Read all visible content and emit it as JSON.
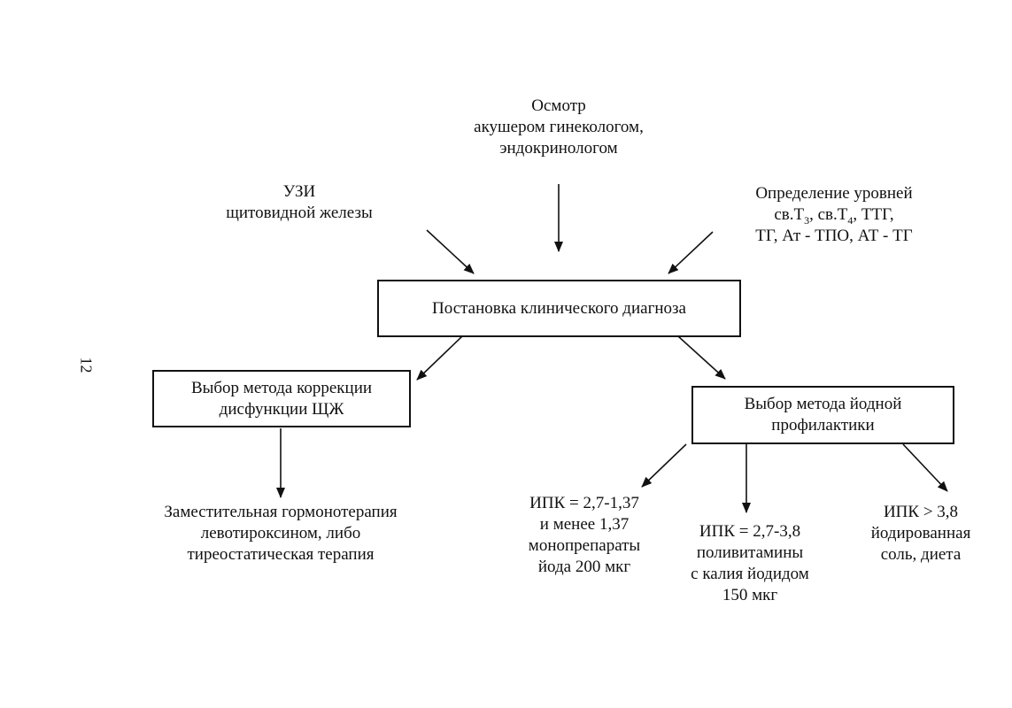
{
  "page_number": "12",
  "inputs": {
    "exam": {
      "line1": "Осмотр",
      "line2": "акушером гинекологом,",
      "line3": "эндокринологом"
    },
    "ultrasound": {
      "line1": "УЗИ",
      "line2": "щитовидной железы"
    },
    "labs": {
      "line1": "Определение уровней",
      "line2_a": "св.Т",
      "line2_sub1": "3",
      "line2_b": ", св.Т",
      "line2_sub2": "4",
      "line2_c": ", ТТГ,",
      "line3": "ТГ, Ат - ТПО, АТ - ТГ"
    }
  },
  "diagnosis": {
    "label": "Постановка клинического диагноза"
  },
  "correction": {
    "line1": "Выбор метода коррекции",
    "line2": "дисфункции ЩЖ"
  },
  "correction_result": {
    "line1": "Заместительная гормонотерапия",
    "line2": "левотироксином, либо",
    "line3": "тиреостатическая терапия"
  },
  "prophylaxis": {
    "line1": "Выбор метода йодной",
    "line2": "профилактики"
  },
  "outcomes": [
    {
      "line1": "ИПК = 2,7-1,37",
      "line2": "и менее 1,37",
      "line3": "монопрепараты",
      "line4": "йода 200 мкг"
    },
    {
      "line1": "ИПК = 2,7-3,8",
      "line2": "поливитамины",
      "line3": "с калия йодидом",
      "line4": "150 мкг"
    },
    {
      "line1": "ИПК > 3,8",
      "line2": "йодированная",
      "line3": "соль, диета"
    }
  ]
}
